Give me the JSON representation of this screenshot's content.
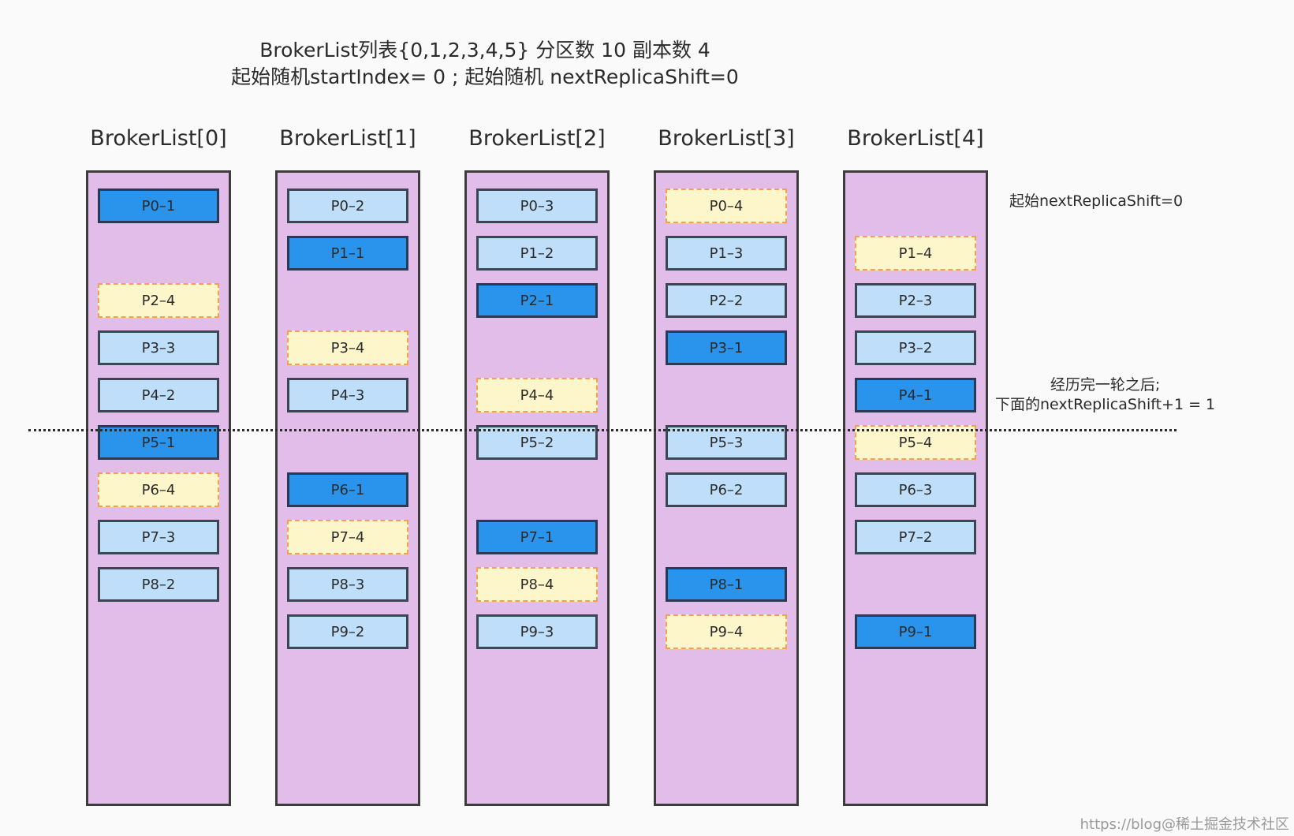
{
  "title": {
    "line1": "BrokerList列表{0,1,2,3,4,5} 分区数 10 副本数 4",
    "line2": "起始随机startIndex= 0 ; 起始随机 nextReplicaShift=0"
  },
  "brokers": [
    {
      "label": "BrokerList[0]",
      "cells": [
        {
          "slot": 0,
          "text": "P0–1",
          "kind": "leader"
        },
        {
          "slot": 2,
          "text": "P2–4",
          "kind": "shifted"
        },
        {
          "slot": 3,
          "text": "P3–3",
          "kind": "follower"
        },
        {
          "slot": 4,
          "text": "P4–2",
          "kind": "follower"
        },
        {
          "slot": 5,
          "text": "P5–1",
          "kind": "leader"
        },
        {
          "slot": 6,
          "text": "P6–4",
          "kind": "shifted"
        },
        {
          "slot": 7,
          "text": "P7–3",
          "kind": "follower"
        },
        {
          "slot": 8,
          "text": "P8–2",
          "kind": "follower"
        }
      ]
    },
    {
      "label": "BrokerList[1]",
      "cells": [
        {
          "slot": 0,
          "text": "P0–2",
          "kind": "follower"
        },
        {
          "slot": 1,
          "text": "P1–1",
          "kind": "leader"
        },
        {
          "slot": 3,
          "text": "P3–4",
          "kind": "shifted"
        },
        {
          "slot": 4,
          "text": "P4–3",
          "kind": "follower"
        },
        {
          "slot": 6,
          "text": "P6–1",
          "kind": "leader"
        },
        {
          "slot": 7,
          "text": "P7–4",
          "kind": "shifted"
        },
        {
          "slot": 8,
          "text": "P8–3",
          "kind": "follower"
        },
        {
          "slot": 9,
          "text": "P9–2",
          "kind": "follower"
        }
      ]
    },
    {
      "label": "BrokerList[2]",
      "cells": [
        {
          "slot": 0,
          "text": "P0–3",
          "kind": "follower"
        },
        {
          "slot": 1,
          "text": "P1–2",
          "kind": "follower"
        },
        {
          "slot": 2,
          "text": "P2–1",
          "kind": "leader"
        },
        {
          "slot": 4,
          "text": "P4–4",
          "kind": "shifted"
        },
        {
          "slot": 5,
          "text": "P5–2",
          "kind": "follower"
        },
        {
          "slot": 7,
          "text": "P7–1",
          "kind": "leader"
        },
        {
          "slot": 8,
          "text": "P8–4",
          "kind": "shifted"
        },
        {
          "slot": 9,
          "text": "P9–3",
          "kind": "follower"
        }
      ]
    },
    {
      "label": "BrokerList[3]",
      "cells": [
        {
          "slot": 0,
          "text": "P0–4",
          "kind": "shifted"
        },
        {
          "slot": 1,
          "text": "P1–3",
          "kind": "follower"
        },
        {
          "slot": 2,
          "text": "P2–2",
          "kind": "follower"
        },
        {
          "slot": 3,
          "text": "P3–1",
          "kind": "leader"
        },
        {
          "slot": 5,
          "text": "P5–3",
          "kind": "follower"
        },
        {
          "slot": 6,
          "text": "P6–2",
          "kind": "follower"
        },
        {
          "slot": 8,
          "text": "P8–1",
          "kind": "leader"
        },
        {
          "slot": 9,
          "text": "P9–4",
          "kind": "shifted"
        }
      ]
    },
    {
      "label": "BrokerList[4]",
      "cells": [
        {
          "slot": 1,
          "text": "P1–4",
          "kind": "shifted"
        },
        {
          "slot": 2,
          "text": "P2–3",
          "kind": "follower"
        },
        {
          "slot": 3,
          "text": "P3–2",
          "kind": "follower"
        },
        {
          "slot": 4,
          "text": "P4–1",
          "kind": "leader"
        },
        {
          "slot": 5,
          "text": "P5–4",
          "kind": "shifted"
        },
        {
          "slot": 6,
          "text": "P6–3",
          "kind": "follower"
        },
        {
          "slot": 7,
          "text": "P7–2",
          "kind": "follower"
        },
        {
          "slot": 9,
          "text": "P9–1",
          "kind": "leader"
        }
      ]
    }
  ],
  "notes": {
    "start_shift": "起始nextReplicaShift=0",
    "after_round_line1": "经历完一轮之后;",
    "after_round_line2": "下面的nextReplicaShift+1 = 1"
  },
  "watermark": "https://blog@稀土掘金技术社区",
  "colors": {
    "column_fill": "#e2bde9",
    "leader_fill": "#2a93ec",
    "follower_fill": "#bfdef9",
    "shifted_fill": "#fdf6ca",
    "shifted_border": "#f3a24b"
  }
}
